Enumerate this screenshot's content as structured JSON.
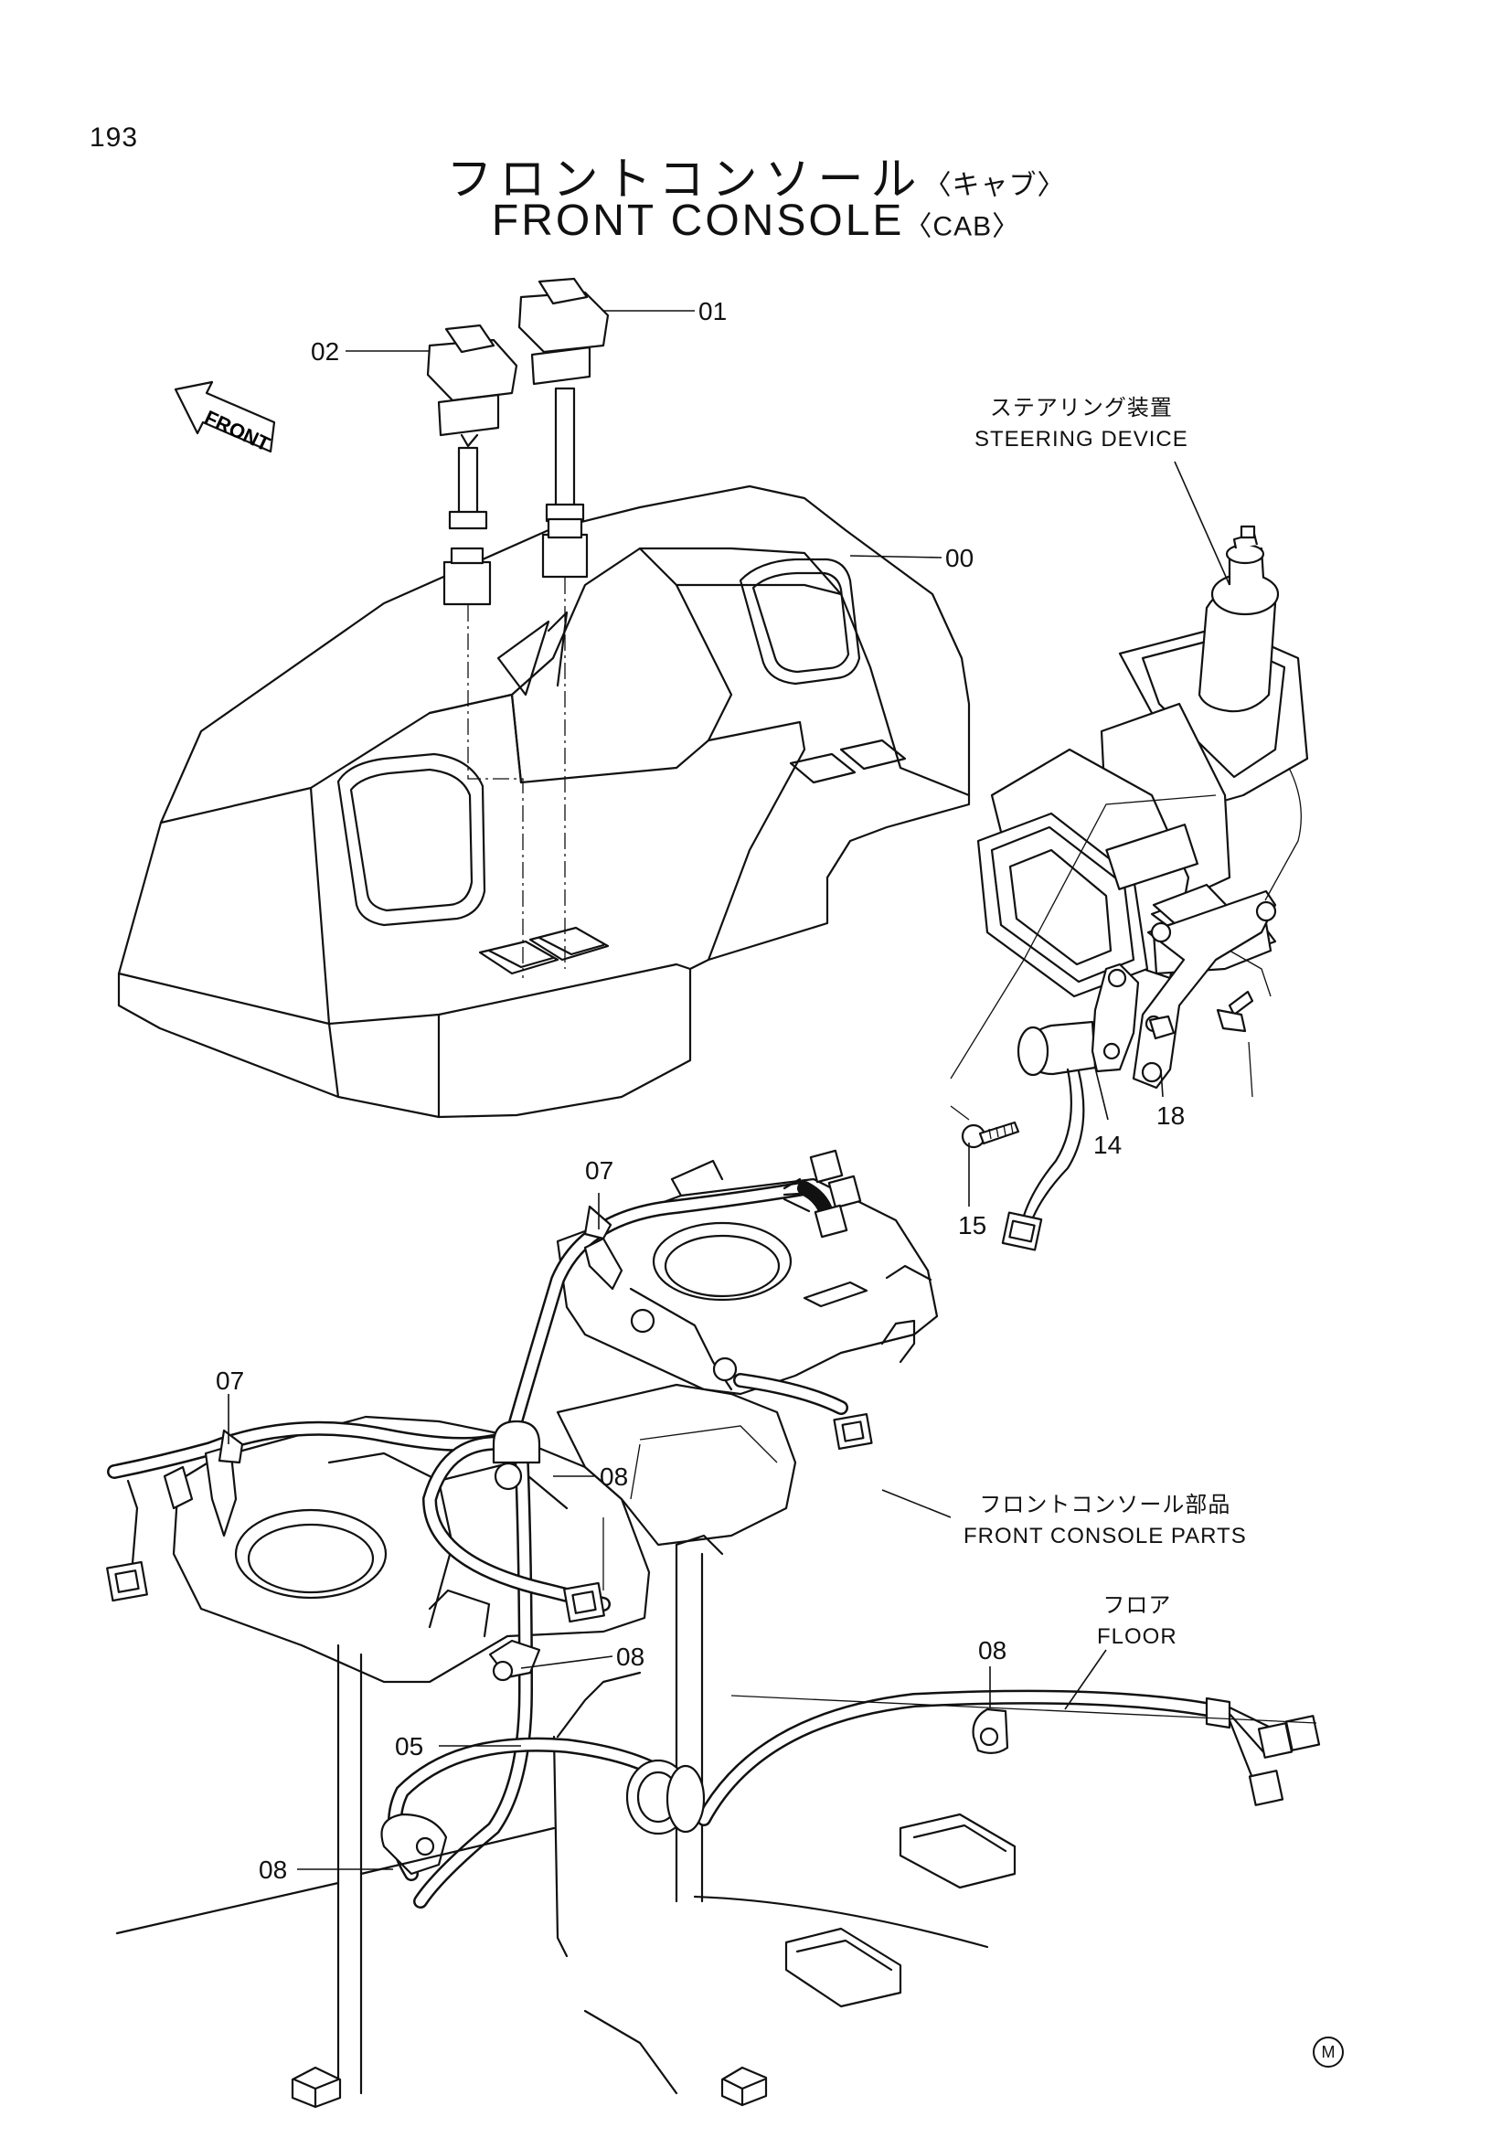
{
  "page_number": "193",
  "title": {
    "jp": "フロントコンソール",
    "jp_sub": "〈キャブ〉",
    "en": "FRONT CONSOLE",
    "en_sub": "〈CAB〉"
  },
  "front_arrow": "FRONT",
  "notes": {
    "steering_jp": "ステアリング装置",
    "steering_en": "STEERING DEVICE",
    "parts_jp": "フロントコンソール部品",
    "parts_en": "FRONT CONSOLE PARTS",
    "floor_jp": "フロア",
    "floor_en": "FLOOR"
  },
  "callouts": [
    {
      "id": "c01",
      "label": "01"
    },
    {
      "id": "c02",
      "label": "02"
    },
    {
      "id": "c00",
      "label": "00"
    },
    {
      "id": "c18",
      "label": "18"
    },
    {
      "id": "c14",
      "label": "14"
    },
    {
      "id": "c15",
      "label": "15"
    },
    {
      "id": "c07a",
      "label": "07"
    },
    {
      "id": "c07b",
      "label": "07"
    },
    {
      "id": "c08a",
      "label": "08"
    },
    {
      "id": "c08b",
      "label": "08"
    },
    {
      "id": "c08c",
      "label": "08"
    },
    {
      "id": "c08d",
      "label": "08"
    },
    {
      "id": "c05",
      "label": "05"
    }
  ],
  "maker_mark": "M",
  "icons": [
    "front-direction-arrow-icon",
    "maker-mark-icon"
  ]
}
